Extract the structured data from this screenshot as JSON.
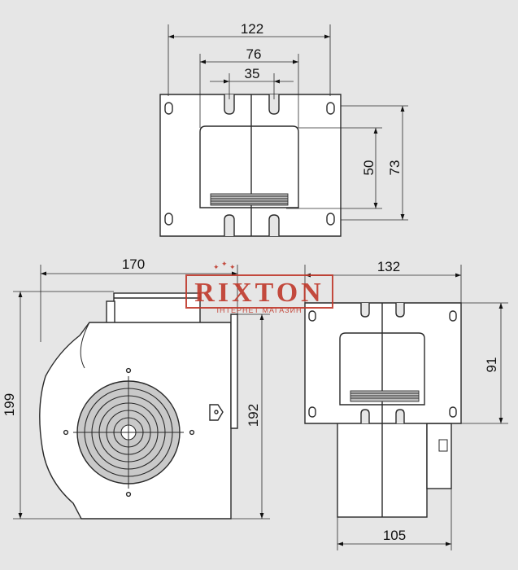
{
  "dimensions": {
    "top_width_outer": "122",
    "top_width_middle": "76",
    "top_width_inner": "35",
    "top_height_inner": "50",
    "top_height_outer": "73",
    "side_width": "170",
    "side_height_total": "199",
    "side_height_body": "192",
    "front_width": "132",
    "front_height": "91",
    "front_bottom_width": "105"
  },
  "watermark": {
    "brand": "RIXTON",
    "subtitle": "ІНТЕРНЕТ МАГАЗИН"
  },
  "colors": {
    "background": "#e6e6e6",
    "body_fill": "#ffffff",
    "line": "#2a2a2a",
    "grille": "#bdbdbd",
    "fan": "#c9c9c9",
    "accent": "#c0392b"
  }
}
